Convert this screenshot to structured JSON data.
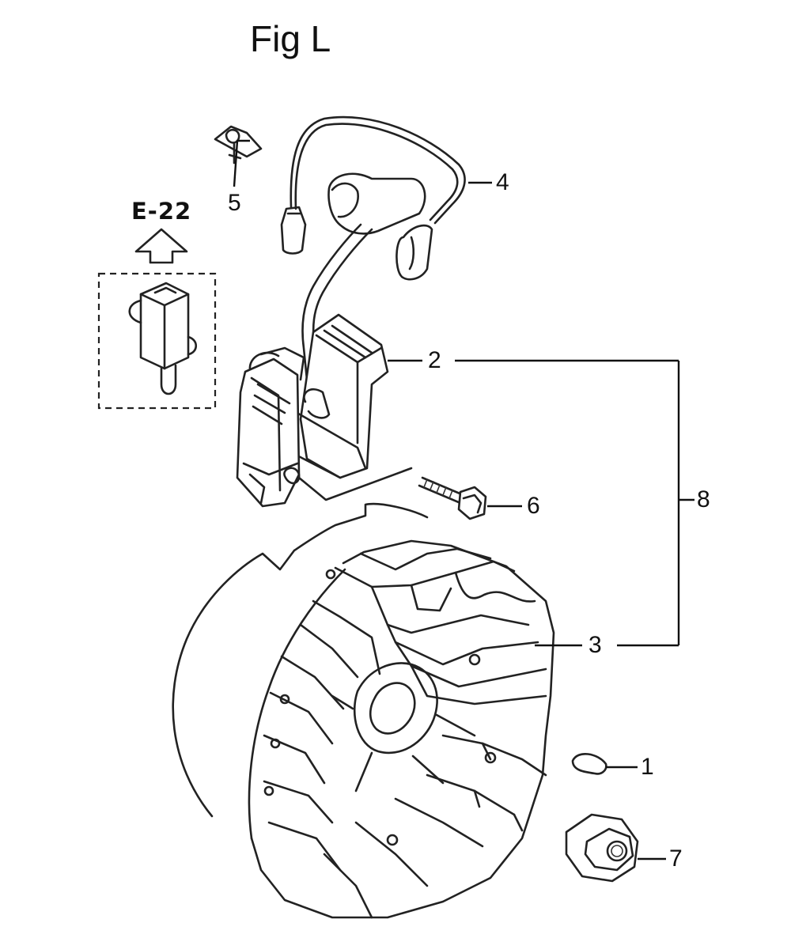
{
  "figure": {
    "title": "Fig L"
  },
  "reference": {
    "label": "E-22"
  },
  "callouts": [
    {
      "id": "1",
      "label": "1"
    },
    {
      "id": "2",
      "label": "2"
    },
    {
      "id": "3",
      "label": "3"
    },
    {
      "id": "4",
      "label": "4"
    },
    {
      "id": "5",
      "label": "5"
    },
    {
      "id": "6",
      "label": "6"
    },
    {
      "id": "7",
      "label": "7"
    },
    {
      "id": "8",
      "label": "8"
    }
  ]
}
